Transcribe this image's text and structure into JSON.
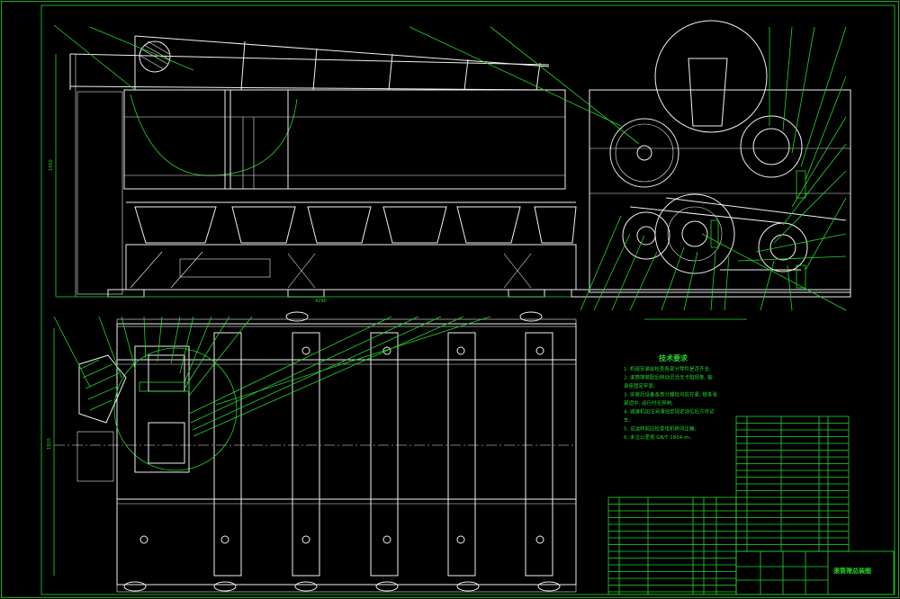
{
  "drawing": {
    "line_color": "#f0f0f0",
    "annotation_color": "#22d82a",
    "background": "#000000"
  },
  "notes": {
    "title": "技术要求",
    "lines": [
      "1. 机组安装前检查各部分零件是否齐全;",
      "2. 滚筒筛装配后转动灵活无卡阻现象, 轴",
      "   承座固定牢靠;",
      "3. 安装后设备各部分螺栓均应拧紧, 链条张",
      "   紧适中, 运行时无异响;",
      "4. 减速机加注润滑油至规定油位后方可试",
      "   车;",
      "5. 试运转前应检查电机转向正确;",
      "6. 未注公差按 GB/T 1804-m。"
    ]
  },
  "title_block": {
    "drawing_title": "滚筒筛总装图"
  }
}
